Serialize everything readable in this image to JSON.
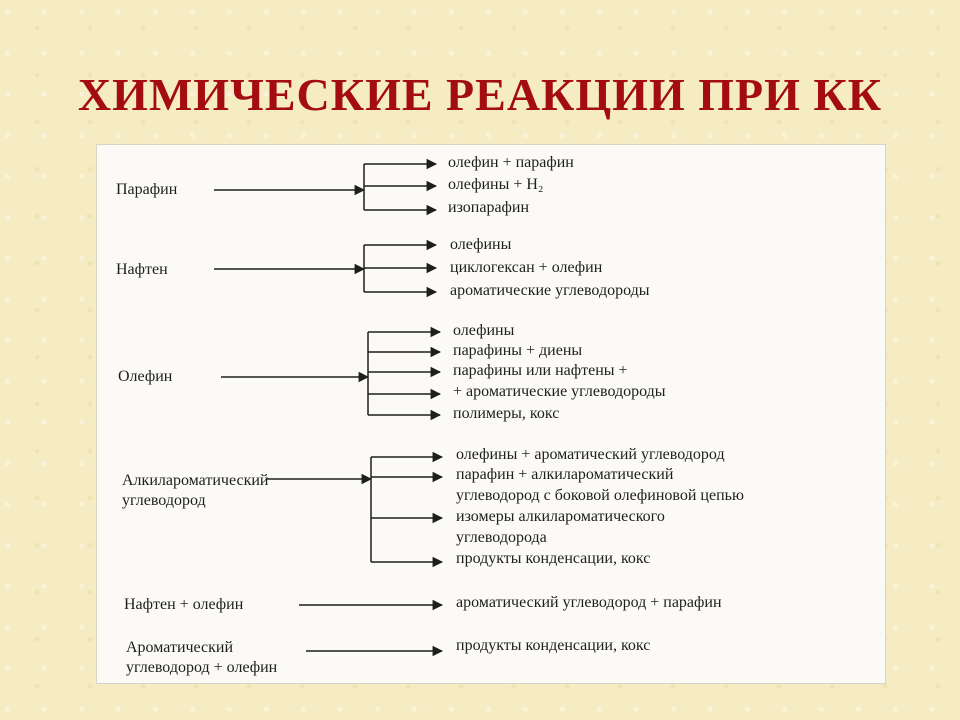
{
  "title": "ХИМИЧЕСКИЕ РЕАКЦИИ ПРИ КК",
  "groups": [
    {
      "reactant": [
        "Парафин"
      ],
      "products": [
        "олефин + парафин",
        "олефины + H₂",
        "изопарафин"
      ]
    },
    {
      "reactant": [
        "Нафтен"
      ],
      "products": [
        "олефины",
        "циклогексан + олефин",
        "ароматические углеводороды"
      ]
    },
    {
      "reactant": [
        "Олефин"
      ],
      "products": [
        "олефины",
        "парафины + диены",
        "парафины или нафтены +",
        "+ ароматические углеводороды",
        "полимеры, кокс"
      ]
    },
    {
      "reactant": [
        "Алкилароматический",
        "углеводород"
      ],
      "products": [
        "олефины + ароматический углеводород",
        "парафин + алкилароматический",
        "углеводород с боковой олефиновой цепью",
        "изомеры алкилароматического",
        "углеводорода",
        "продукты конденсации, кокс"
      ]
    },
    {
      "reactant": [
        "Нафтен + олефин"
      ],
      "products": [
        "ароматический углеводород + парафин"
      ]
    },
    {
      "reactant": [
        "Ароматический",
        "углеводород + олефин"
      ],
      "products": [
        "продукты конденсации, кокс"
      ]
    }
  ],
  "colors": {
    "title": "#a40d10",
    "ink": "#1e1e1e",
    "background": "#f6ecc4",
    "panel": "#fbfaf6"
  }
}
